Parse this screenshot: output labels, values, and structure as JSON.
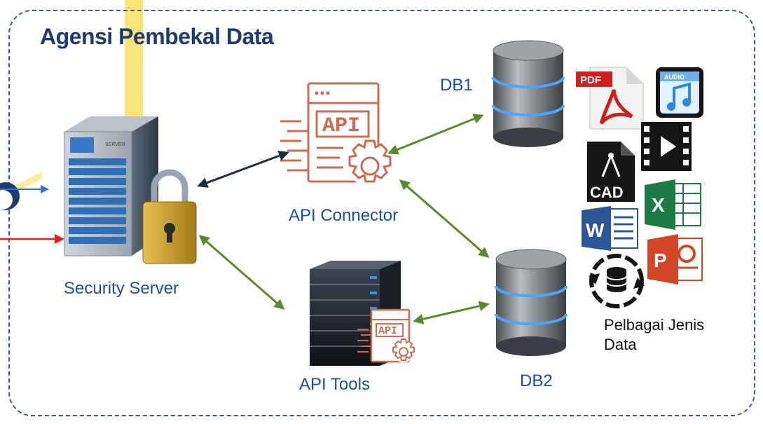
{
  "title": "Agensi Pembekal Data",
  "labels": {
    "security_server": "Security Server",
    "api_connector": "API Connector",
    "api_tools": "API Tools",
    "db1": "DB1",
    "db2": "DB2",
    "data_types_line1": "Pelbagai Jenis",
    "data_types_line2": "Data"
  },
  "icons": {
    "api_text": "API",
    "server_brand": "SERVER",
    "pdf_text": "PDF",
    "audio_text": "AUDIO",
    "cad_text": "CAD",
    "excel_letter": "X",
    "word_letter": "W",
    "ppt_letter": "P"
  },
  "colors": {
    "title": "#1f3a6e",
    "label": "#1b4f9c",
    "frame": "#3d5d80",
    "arrow_green": "#5a8a2e",
    "arrow_dark": "#1f2a3a",
    "api_icon": "#c96c54",
    "yellow": "#fbe27a"
  }
}
